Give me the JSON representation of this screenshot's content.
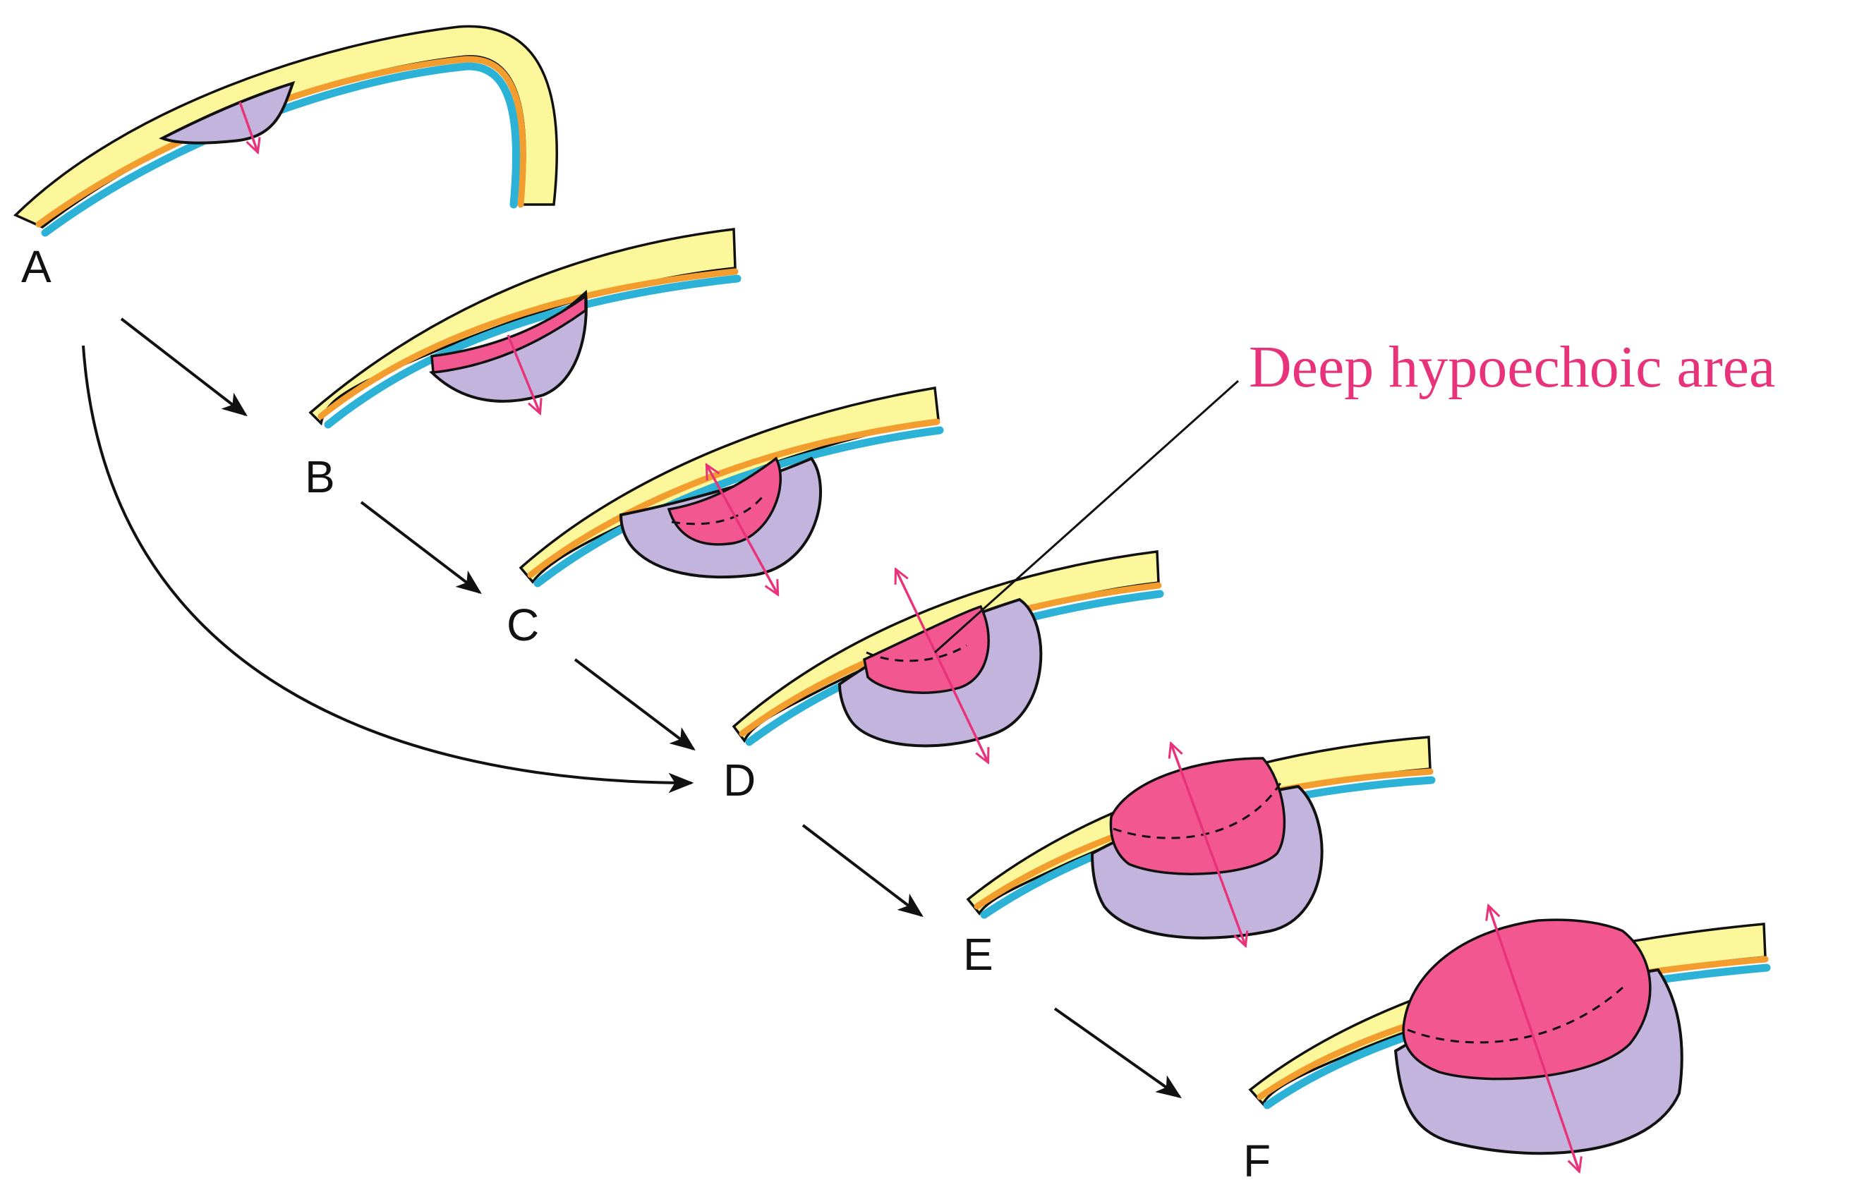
{
  "stages": [
    {
      "id": "A",
      "label": "A"
    },
    {
      "id": "B",
      "label": "B"
    },
    {
      "id": "C",
      "label": "C"
    },
    {
      "id": "D",
      "label": "D"
    },
    {
      "id": "E",
      "label": "E"
    },
    {
      "id": "F",
      "label": "F"
    }
  ],
  "annotation": {
    "text": "Deep hypoechoic area",
    "color": "#e8337a"
  },
  "colors": {
    "outer_layer": "#fcf79a",
    "middle_layer": "#f29d2e",
    "inner_layer": "#2bb2d6",
    "lesion_base": "#c2b4dc",
    "lesion_hypoechoic": "#f2578f",
    "growth_arrow": "#e8337a"
  }
}
